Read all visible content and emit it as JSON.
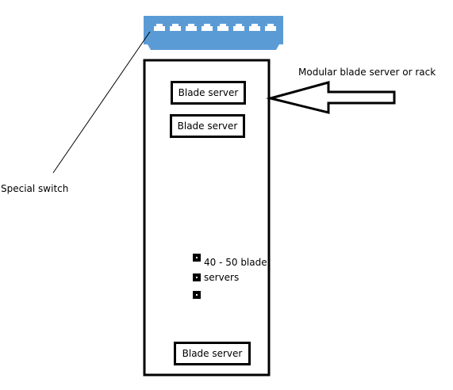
{
  "labels": {
    "special_switch": "Special switch",
    "modular_rack": "Modular blade server or rack",
    "blade_count_line1": "40 - 50 blade",
    "blade_count_line2": "servers"
  },
  "blades": [
    "Blade server",
    "Blade server",
    "Blade server"
  ],
  "colors": {
    "switch_body": "#5b9bd5",
    "switch_port": "#ffffff",
    "outline": "#000000"
  }
}
